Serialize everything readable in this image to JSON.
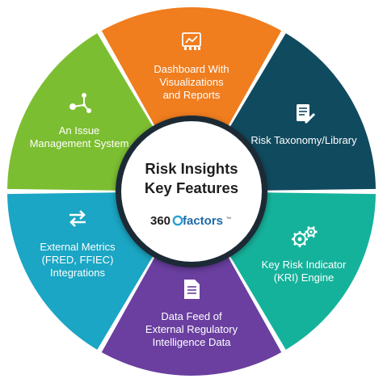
{
  "hub": {
    "title_line1": "Risk Insights",
    "title_line2": "Key Features",
    "logo_number": "360",
    "logo_word": "factors",
    "logo_tm": "TM"
  },
  "segments": [
    {
      "id": "dashboard",
      "color": "#f07d1e",
      "icon": "dashboard-chart-icon",
      "lines": [
        "Dashboard With",
        "Visualizations",
        "and Reports"
      ]
    },
    {
      "id": "taxonomy",
      "color": "#104a5f",
      "icon": "document-edit-icon",
      "lines": [
        "Risk Taxonomy/Library"
      ]
    },
    {
      "id": "kri",
      "color": "#15b29b",
      "icon": "gears-icon",
      "lines": [
        "Key Risk Indicator",
        "(KRI) Engine"
      ]
    },
    {
      "id": "datafeed",
      "color": "#6a3fa0",
      "icon": "document-icon",
      "lines": [
        "Data Feed of",
        "External Regulatory",
        "Intelligence Data"
      ]
    },
    {
      "id": "metrics",
      "color": "#1aa6c4",
      "icon": "swap-arrows-icon",
      "lines": [
        "External Metrics",
        "(FRED, FFIEC)",
        "Integrations"
      ]
    },
    {
      "id": "issue",
      "color": "#7cbe31",
      "icon": "network-icon",
      "lines": [
        "An Issue",
        "Management System"
      ]
    }
  ],
  "colors": {
    "hub_ring": "#1c2a35",
    "hub_fill": "#ffffff",
    "logo_accent": "#2aa0d4",
    "logo_word": "#1e6aa8"
  }
}
